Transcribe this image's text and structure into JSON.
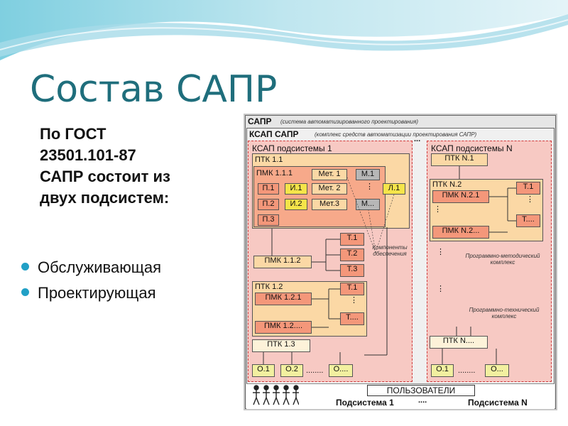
{
  "slide": {
    "title": "Состав САПР",
    "subtitle_lines": [
      "По ГОСТ",
      "23501.101-87",
      "САПР состоит из",
      "двух подсистем:"
    ],
    "bullets": [
      "Обслуживающая",
      "Проектирующая"
    ],
    "accent_color": "#21a0c6",
    "title_color": "#1f6e7c"
  },
  "diagram": {
    "sapr_label": "САПР",
    "sapr_desc": "(система автоматизированного проектирования)",
    "ksap_label": "КСАП САПР",
    "ksap_desc": "(комплекс средств автоматизации проектирования САПР)",
    "sub1": {
      "title": "КСАП подсистемы 1",
      "ptk11": "ПТК 1.1",
      "pmk111": "ПМК 1.1.1",
      "met1": "Мет. 1",
      "met2": "Мет. 2",
      "met3": "Мет.3",
      "m1": "М.1",
      "mdots": "М...",
      "l1": "Л.1",
      "p1": "П.1",
      "p2": "П.2",
      "p3": "П.3",
      "i1": "И.1",
      "i2": "И.2",
      "pmk112": "ПМК 1.1.2",
      "t1": "Т.1",
      "t2": "Т.2",
      "t3": "Т.3",
      "components_note": "Компоненты обеспечения",
      "ptk12": "ПТК 1.2",
      "pmk121": "ПМК 1.2.1",
      "pmk12dots": "ПМК 1.2....",
      "t12_1": "Т.1",
      "t12_dots": "Т....",
      "ptk13": "ПТК 1.3",
      "o1": "О.1",
      "o2": "О.2",
      "odots": "О...."
    },
    "subN": {
      "title": "КСАП подсистемы N",
      "ptkn1": "ПТК N.1",
      "ptkn2": "ПТК N.2",
      "pmkn21": "ПМК N.2.1",
      "pmkn2dots": "ПМК N.2...",
      "t1": "Т.1",
      "tdots": "Т....",
      "method_note": "Программно-методический комплекс",
      "tech_note": "Программно-технический комплекс",
      "ptkndots": "ПТК N....",
      "o1": "О.1",
      "odots": "О..."
    },
    "users_label": "ПОЛЬЗОВАТЕЛИ",
    "footer_sub1": "Подсистема 1",
    "footer_subN": "Подсистема N",
    "ellipsis_top": "...",
    "ellipsis_bottom": "....",
    "ellipsis_o": "........",
    "ellipsis_n": "........",
    "vdots": "⋮"
  }
}
